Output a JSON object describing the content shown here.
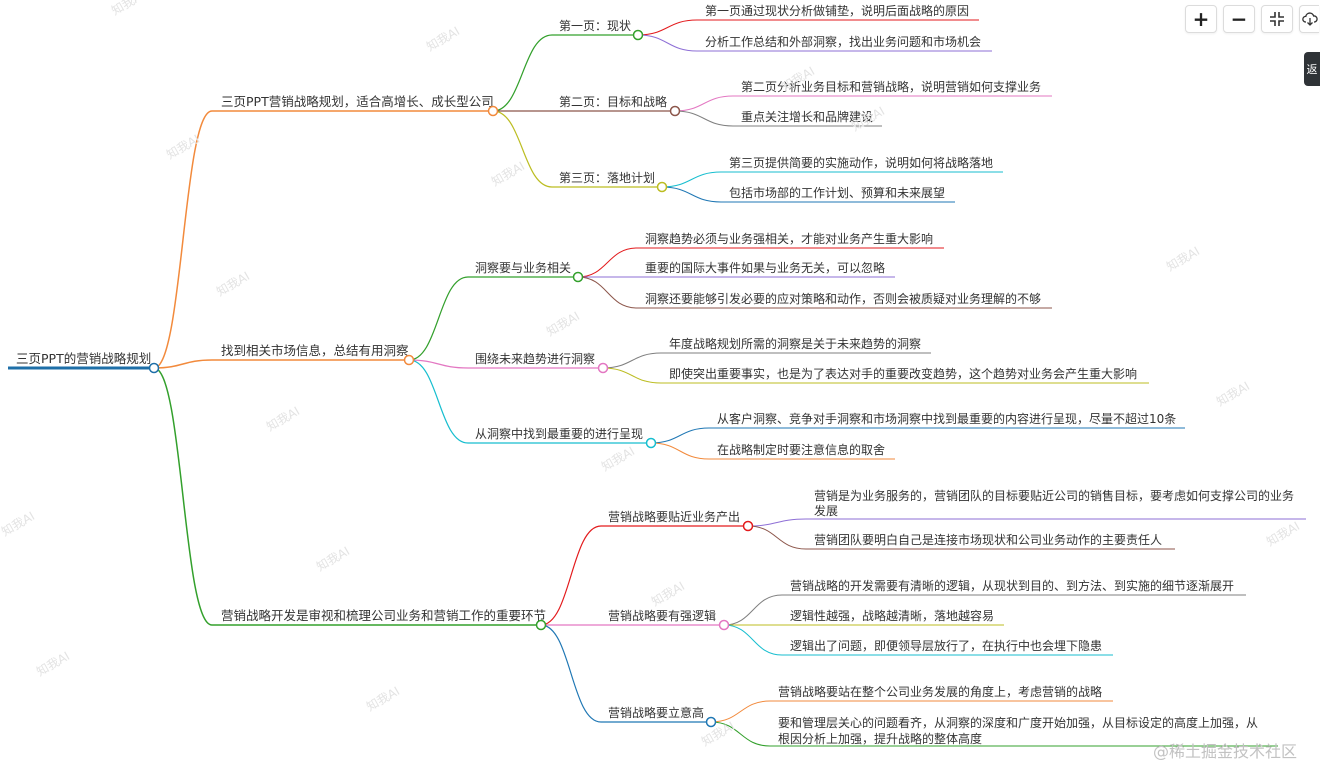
{
  "root": {
    "label": "三页PPT的营销战略规划"
  },
  "branches": [
    {
      "label": "三页PPT营销战略规划，适合高增长、成长型公司",
      "children": [
        {
          "label": "第一页：现状",
          "children": [
            {
              "label": "第一页通过现状分析做铺垫，说明后面战略的原因"
            },
            {
              "label": "分析工作总结和外部洞察，找出业务问题和市场机会"
            }
          ]
        },
        {
          "label": "第二页：目标和战略",
          "children": [
            {
              "label": "第二页分析业务目标和营销战略，说明营销如何支撑业务"
            },
            {
              "label": "重点关注增长和品牌建设"
            }
          ]
        },
        {
          "label": "第三页：落地计划",
          "children": [
            {
              "label": "第三页提供简要的实施动作，说明如何将战略落地"
            },
            {
              "label": "包括市场部的工作计划、预算和未来展望"
            }
          ]
        }
      ]
    },
    {
      "label": "找到相关市场信息，总结有用洞察",
      "children": [
        {
          "label": "洞察要与业务相关",
          "children": [
            {
              "label": "洞察趋势必须与业务强相关，才能对业务产生重大影响"
            },
            {
              "label": "重要的国际大事件如果与业务无关，可以忽略"
            },
            {
              "label": "洞察还要能够引发必要的应对策略和动作，否则会被质疑对业务理解的不够"
            }
          ]
        },
        {
          "label": "围绕未来趋势进行洞察",
          "children": [
            {
              "label": "年度战略规划所需的洞察是关于未来趋势的洞察"
            },
            {
              "label": "即使突出重要事实，也是为了表达对手的重要改变趋势，这个趋势对业务会产生重大影响"
            }
          ]
        },
        {
          "label": "从洞察中找到最重要的进行呈现",
          "children": [
            {
              "label": "从客户洞察、竞争对手洞察和市场洞察中找到最重要的内容进行呈现，尽量不超过10条"
            },
            {
              "label": "在战略制定时要注意信息的取舍"
            }
          ]
        }
      ]
    },
    {
      "label": "营销战略开发是审视和梳理公司业务和营销工作的重要环节",
      "children": [
        {
          "label": "营销战略要贴近业务产出",
          "children": [
            {
              "label": "营销是为业务服务的，营销团队的目标要贴近公司的销售目标，要考虑如何支撑公司的业务",
              "label2": "发展"
            },
            {
              "label": "营销团队要明白自己是连接市场现状和公司业务动作的主要责任人"
            }
          ]
        },
        {
          "label": "营销战略要有强逻辑",
          "children": [
            {
              "label": "营销战略的开发需要有清晰的逻辑，从现状到目的、到方法、到实施的细节逐渐展开"
            },
            {
              "label": "逻辑性越强，战略越清晰，落地越容易"
            },
            {
              "label": "逻辑出了问题，即便领导层放行了，在执行中也会埋下隐患"
            }
          ]
        },
        {
          "label": "营销战略要立意高",
          "children": [
            {
              "label": "营销战略要站在整个公司业务发展的角度上，考虑营销的战略"
            },
            {
              "label": "要和管理层关心的问题看齐，从洞察的深度和广度开始加强，从目标设定的高度上加强，从",
              "label2": "根因分析上加强，提升战略的整体高度"
            }
          ]
        }
      ]
    }
  ],
  "toolbar": {
    "zoom_in_label": "+",
    "zoom_out_label": "−",
    "fit_label": "⛶",
    "download_label": "☁"
  },
  "side_tab": {
    "label": "返"
  },
  "watermark": {
    "text": "知我AI"
  },
  "footer": {
    "credit": "@稀土掘金技术社区"
  },
  "colors": {
    "root_line": "#1e6fa8",
    "branch1": "#f28a3c",
    "branch2": "#f28a3c",
    "branch3": "#33a02c",
    "red": "#e31a1c",
    "purple": "#8e6fd6",
    "pink": "#e377c2",
    "brown": "#8c564b",
    "yellow": "#bcbd22",
    "cyan": "#17becf",
    "blue": "#1f77b4",
    "gray": "#7f7f7f"
  }
}
